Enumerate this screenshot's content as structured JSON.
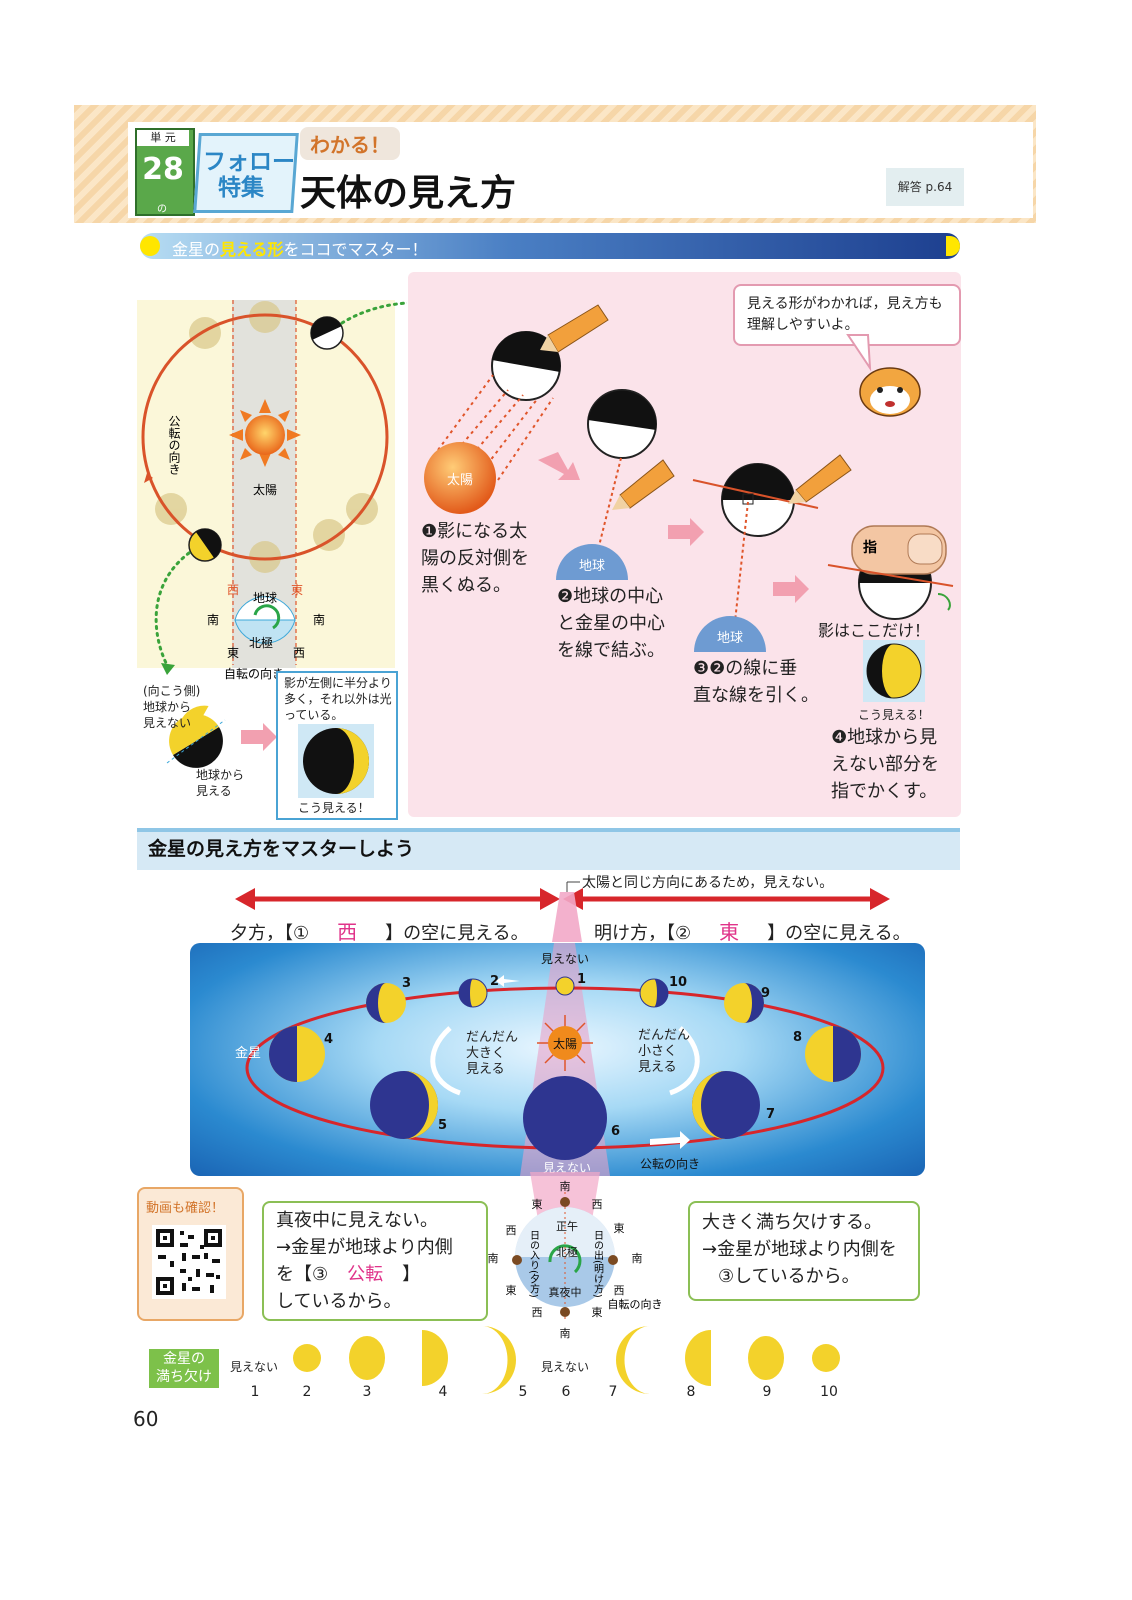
{
  "header": {
    "unit_label": "単 元",
    "unit_number": "28",
    "unit_suffix": "の",
    "follow_line1": "フォロー",
    "follow_line2": "特集",
    "tagline": "わかる！",
    "title": "天体の見え方",
    "answer_ref": "解答 p.64"
  },
  "section1": {
    "pre": "金星の",
    "highlight": "見える形",
    "post": "をココでマスター！"
  },
  "left_diagram": {
    "revolution_label": "公転の向き",
    "sun_label": "太陽",
    "earth_label": "地球",
    "west": "西",
    "east": "東",
    "south": "南",
    "north_pole": "北極",
    "rotation_label": "自転の向き",
    "far_side": "(向こう側)\n地球から\n見えない",
    "near_side": "地球から\n見える",
    "note": "影が左側に半分より多く，それ以外は光っている。",
    "looks_like": "こう見える！"
  },
  "steps": {
    "bubble": "見える形がわかれば，見え方も理解しやすいよ。",
    "step1": "❶影になる太\n陽の反対側を\n黒くぬる。",
    "step2": "❷地球の中心\nと金星の中心\nを線で結ぶ。",
    "step3": "❸❷の線に垂\n直な線を引く。",
    "step4": "❹地球から見\nえない部分を\n指でかくす。",
    "sun": "太陽",
    "earth": "地球",
    "finger": "指",
    "shadow_only": "影はここだけ！",
    "looks_like": "こう見える！"
  },
  "section2": {
    "title": "金星の見え方をマスターしよう"
  },
  "orbit": {
    "same_direction": "太陽と同じ方向にあるため，見えない。",
    "evening_pre": "夕方，【①",
    "evening_answer": "西",
    "evening_post": "】の空に見える。",
    "morning_pre": "明け方，【②",
    "morning_answer": "東",
    "morning_post": "】の空に見える。",
    "invisible": "見えない",
    "venus": "金星",
    "sun": "太陽",
    "bigger": "だんだん\n大きく\n見える",
    "smaller": "だんだん\n小さく\n見える",
    "revolution": "公転の向き",
    "positions": [
      "1",
      "2",
      "3",
      "4",
      "5",
      "6",
      "7",
      "8",
      "9",
      "10"
    ]
  },
  "bottom": {
    "video": "動画も確認！",
    "midnight_line1": "真夜中に見えない。",
    "midnight_line2": "→金星が地球より内側",
    "midnight_line3_pre": "を【③",
    "midnight_answer": "公転",
    "midnight_line3_post": "】",
    "midnight_line4": "しているから。",
    "wax_line1": "大きく満ち欠けする。",
    "wax_line2": "→金星が地球より内側を",
    "wax_line3": "③しているから。",
    "earth_labels": {
      "south": "南",
      "east": "東",
      "west": "西",
      "noon": "正午",
      "north_pole": "北極",
      "midnight": "真夜中",
      "sunset": "日の入り(夕方)",
      "sunrise": "日の出(明け方)",
      "rotation": "自転の向き"
    }
  },
  "phases": {
    "label": "金星の\n満ち欠け",
    "invisible": "見えない",
    "numbers": [
      "1",
      "2",
      "3",
      "4",
      "5",
      "6",
      "7",
      "8",
      "9",
      "10"
    ]
  },
  "page_number": "60",
  "colors": {
    "venus_yellow": "#f2d22a",
    "venus_dark": "#2e3590",
    "answer_pink": "#e0338a",
    "red_arrow": "#d7262b",
    "sun_orange": "#f08a1c"
  }
}
